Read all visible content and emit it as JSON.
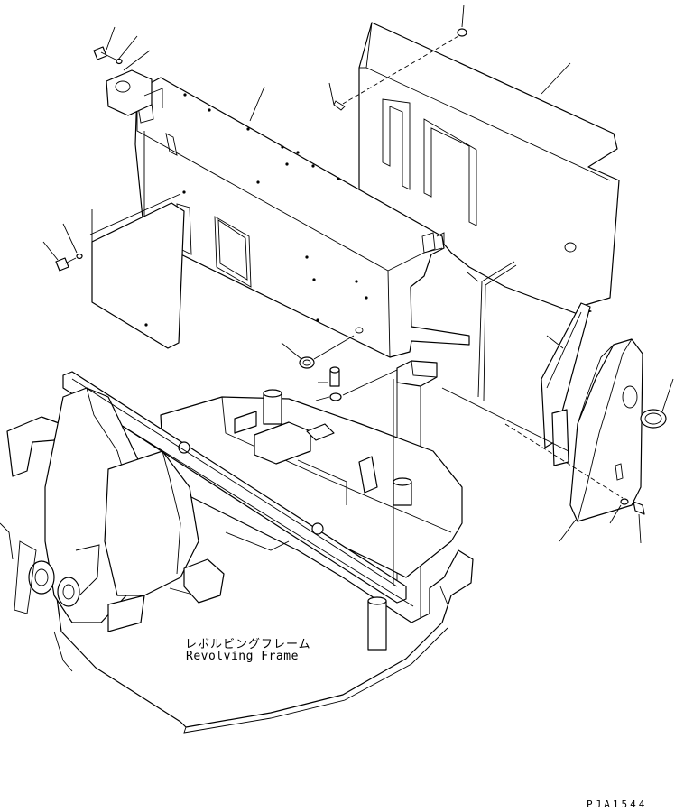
{
  "diagram": {
    "labels": {
      "frame_japanese": "レボルビングフレーム",
      "frame_english": "Revolving Frame",
      "drawing_code": "PJA1544"
    }
  }
}
